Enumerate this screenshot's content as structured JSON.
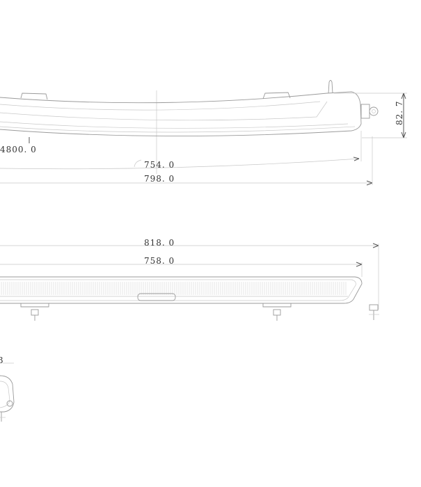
{
  "drawing": {
    "dimensions": {
      "radius": "4800. 0",
      "top_inner_length": "754. 0",
      "top_outer_length": "798. 0",
      "height": "82. 7",
      "front_outer_length": "818. 0",
      "front_inner_length": "758. 0",
      "side_detail": "3"
    },
    "line_color": "#9a9a9a"
  }
}
